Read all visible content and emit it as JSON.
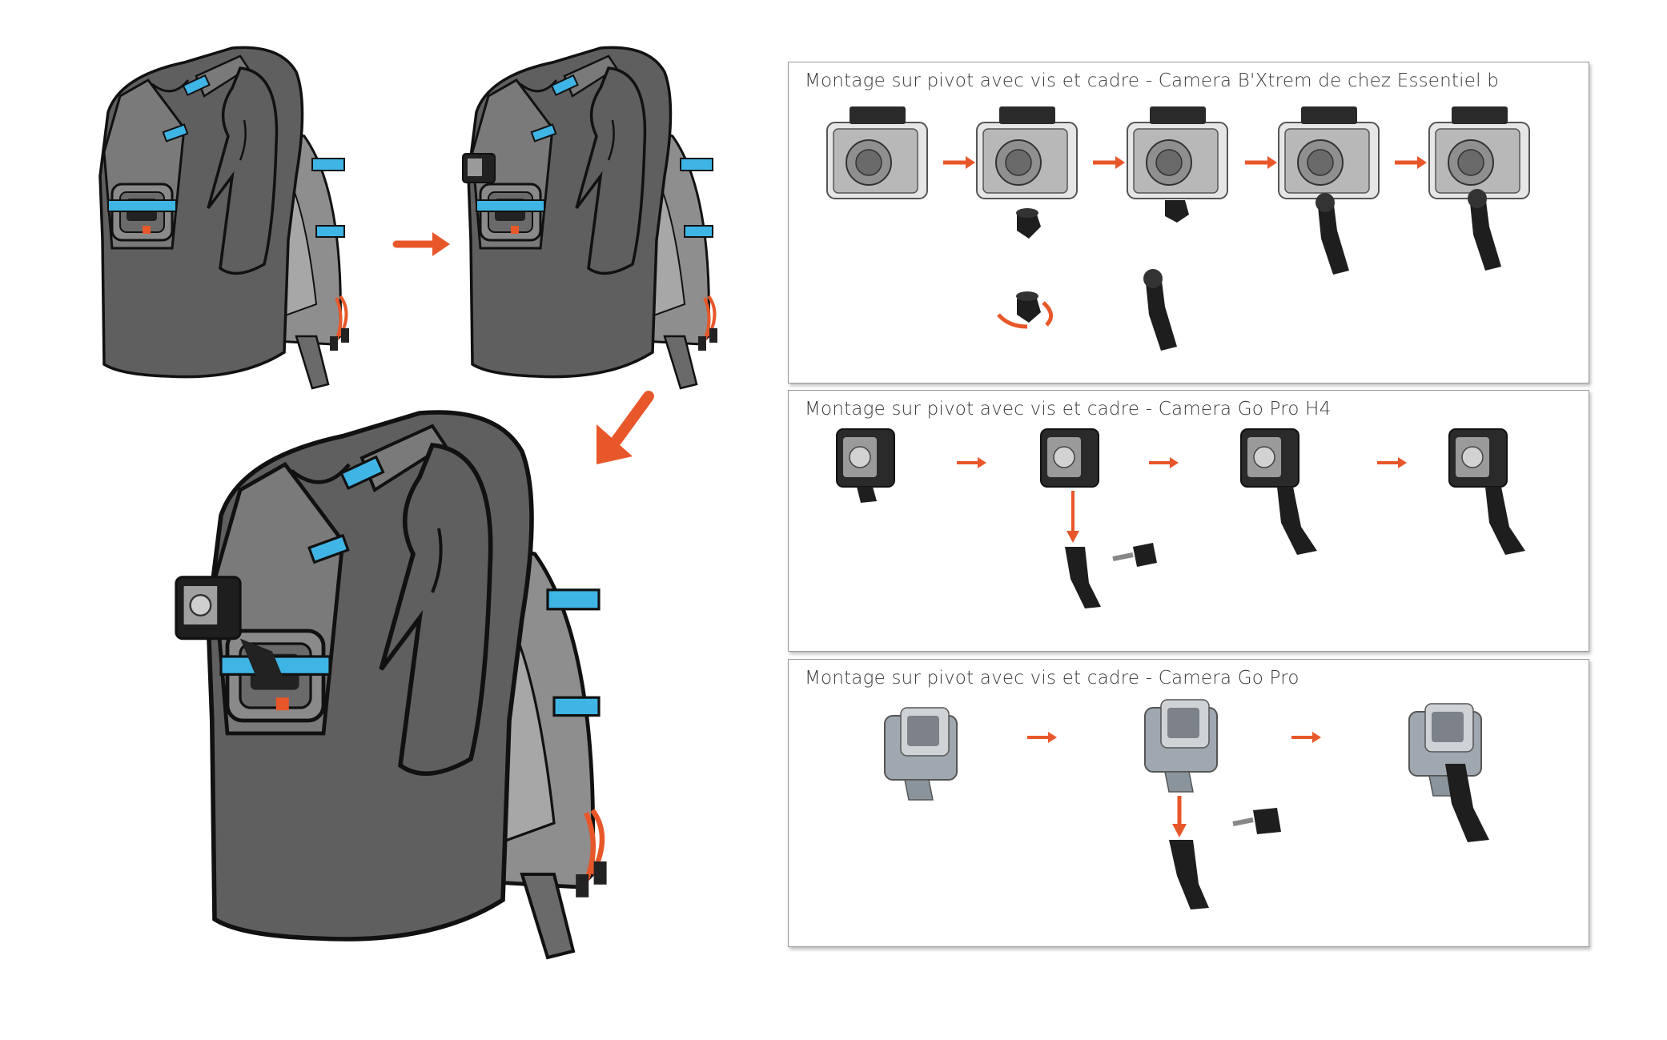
{
  "panels": [
    {
      "title": "Montage sur pivot avec vis et cadre  - Camera B'Xtrem de chez Essentiel b"
    },
    {
      "title": "Montage sur pivot avec vis et cadre  - Camera Go Pro H4"
    },
    {
      "title": "Montage sur pivot avec vis et cadre  - Camera Go Pro"
    }
  ],
  "colors": {
    "accent_arrow": "#e8572a",
    "strap_blue": "#3fb5e5",
    "body_gray": "#5f5f5f",
    "bag_gray": "#8e8e8e",
    "panel_border": "#9a9a9a"
  }
}
